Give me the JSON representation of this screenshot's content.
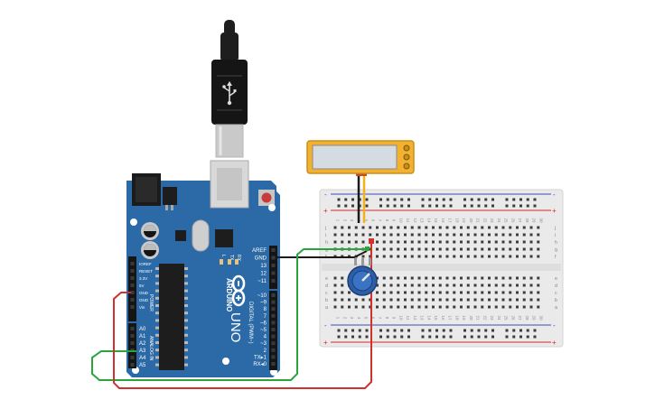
{
  "colors": {
    "background": "#ffffff",
    "board_blue": "#2b6aa6",
    "board_dark": "#1f4f80",
    "breadboard": "#eaeaea",
    "rail_red": "#d8262a",
    "rail_blue": "#3a4fb0",
    "wire_green": "#2aa53c",
    "wire_red": "#d0312d",
    "wire_black": "#1b1b1b",
    "wire_orange": "#f4b21a",
    "pot_body": "#2d5fa8",
    "lcd_frame": "#f2b230",
    "lcd_screen": "#d4dbe1"
  },
  "usb": {
    "icon": "usb-icon"
  },
  "arduino": {
    "logo_text": "ARDUINO",
    "model_text": "UNO",
    "tx_label": "TX",
    "rx_label": "RX",
    "l_label": "L",
    "on_label": "ON",
    "power_header": "POWER",
    "analog_header": "ANALOG IN",
    "digital_header": "DIGITAL (PWM~)",
    "digital_pins": [
      "AREF",
      "GND",
      "13",
      "12",
      "~11",
      "~10",
      "~9",
      "8",
      "7",
      "~6",
      "~5",
      "4",
      "~3",
      "2",
      "TX▸1",
      "RX◂0"
    ],
    "power_pins": [
      "IOREF",
      "RESET",
      "3.3V",
      "5V",
      "GND",
      "GND",
      "Vin"
    ],
    "analog_pins": [
      "A0",
      "A1",
      "A2",
      "A3",
      "A4",
      "A5"
    ]
  },
  "breadboard": {
    "column_numbers": [
      "1",
      "2",
      "3",
      "4",
      "5",
      "6",
      "7",
      "8",
      "9",
      "10",
      "11",
      "12",
      "13",
      "14",
      "15",
      "16",
      "17",
      "18",
      "19",
      "20",
      "21",
      "22",
      "23",
      "24",
      "25",
      "26",
      "27",
      "28",
      "29",
      "30"
    ],
    "row_letters_top": [
      "j",
      "i",
      "h",
      "g",
      "f"
    ],
    "row_letters_bottom": [
      "e",
      "d",
      "c",
      "b",
      "a"
    ],
    "rail_minus": "-",
    "rail_plus": "+"
  }
}
